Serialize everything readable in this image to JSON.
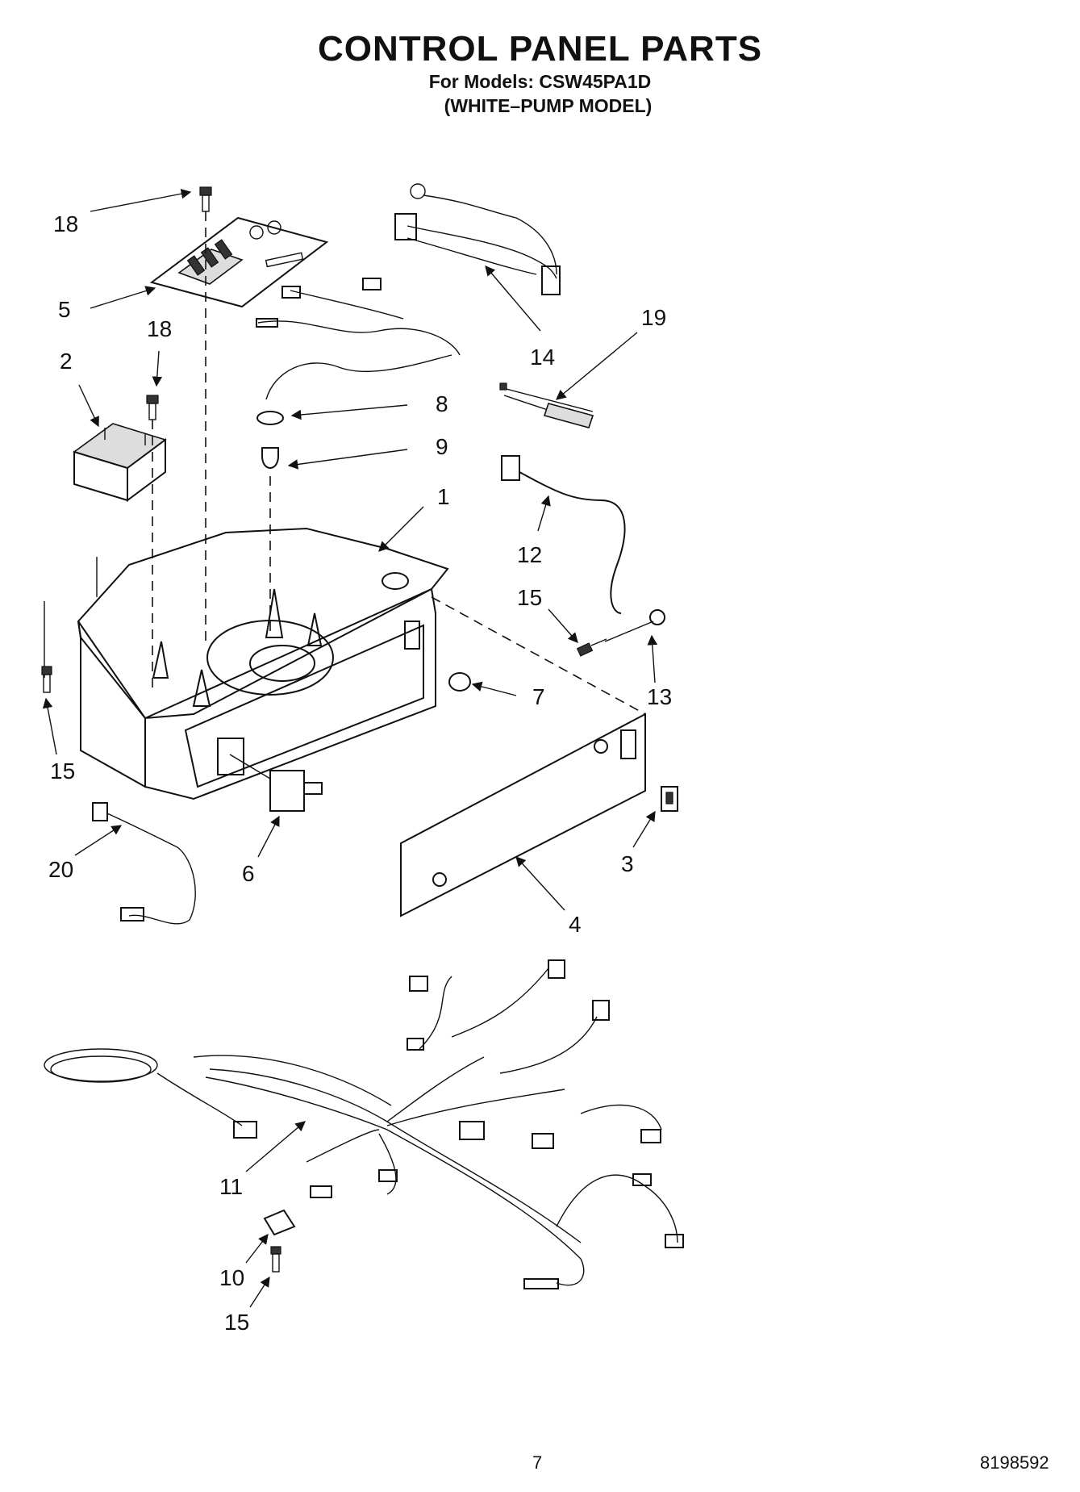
{
  "header": {
    "title": "CONTROL PANEL PARTS",
    "models": "For Models: CSW45PA1D",
    "variant": "(WHITE–PUMP MODEL)"
  },
  "footer": {
    "page_number": "7",
    "document_number": "8198592"
  },
  "callouts": [
    {
      "id": "c18a",
      "label": "18"
    },
    {
      "id": "c5",
      "label": "5"
    },
    {
      "id": "c18b",
      "label": "18"
    },
    {
      "id": "c2",
      "label": "2"
    },
    {
      "id": "c14",
      "label": "14"
    },
    {
      "id": "c19",
      "label": "19"
    },
    {
      "id": "c8",
      "label": "8"
    },
    {
      "id": "c9",
      "label": "9"
    },
    {
      "id": "c1",
      "label": "1"
    },
    {
      "id": "c12",
      "label": "12"
    },
    {
      "id": "c15a",
      "label": "15"
    },
    {
      "id": "c13",
      "label": "13"
    },
    {
      "id": "c7",
      "label": "7"
    },
    {
      "id": "c15b",
      "label": "15"
    },
    {
      "id": "c20",
      "label": "20"
    },
    {
      "id": "c6",
      "label": "6"
    },
    {
      "id": "c3",
      "label": "3"
    },
    {
      "id": "c4",
      "label": "4"
    },
    {
      "id": "c11",
      "label": "11"
    },
    {
      "id": "c10",
      "label": "10"
    },
    {
      "id": "c15c",
      "label": "15"
    }
  ]
}
